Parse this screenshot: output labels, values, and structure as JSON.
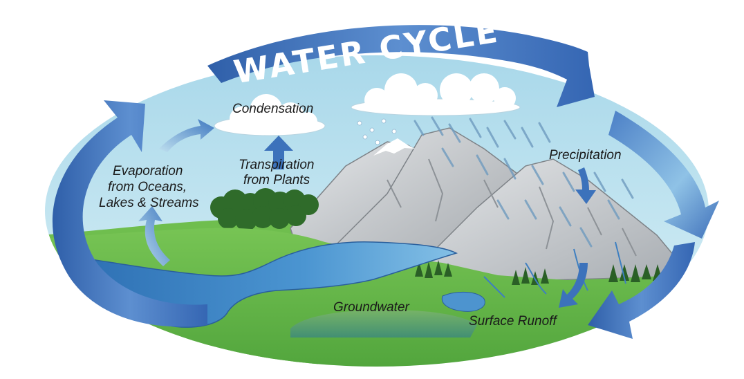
{
  "title": "WATER CYCLE",
  "labels": {
    "condensation": "Condensation",
    "transpiration_line1": "Transpiration",
    "transpiration_line2": "from Plants",
    "evaporation_line1": "Evaporation",
    "evaporation_line2": "from Oceans,",
    "evaporation_line3": "Lakes & Streams",
    "precipitation": "Precipitation",
    "groundwater": "Groundwater",
    "surface_runoff": "Surface Runoff"
  },
  "colors": {
    "sky": "#bfe3ef",
    "cycle_arrow": "#3f6fb8",
    "land": "#63b545",
    "water": "#3d86c6",
    "mountain": "#c9cccf",
    "tree": "#2f6b2a",
    "groundwater": "#4a8f8a"
  }
}
